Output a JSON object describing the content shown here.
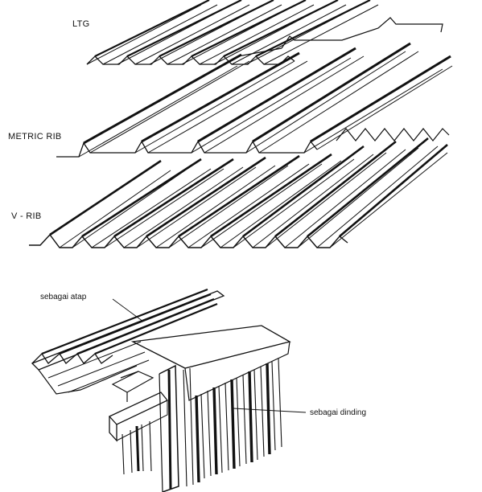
{
  "labels": {
    "ltg": "LTG",
    "metric_rib": "METRIC RIB",
    "v_rib": "V - RIB",
    "roof_use": "sebagai atap",
    "wall_use": "sebagai dinding"
  },
  "colors": {
    "ink": "#111111",
    "shade": "#2a2a2a",
    "paper": "#ffffff"
  }
}
